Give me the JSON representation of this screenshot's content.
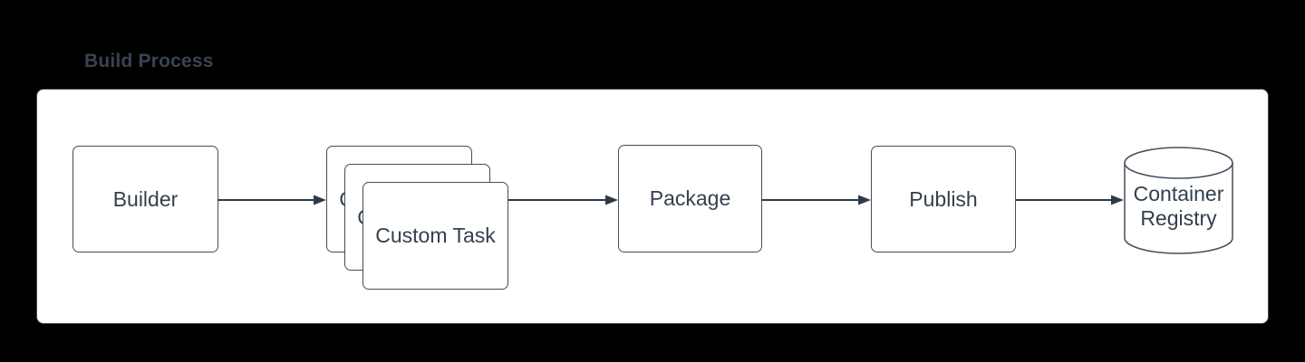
{
  "title": "Build Process",
  "colors": {
    "page_background": "#000000",
    "panel_background": "#ffffff",
    "shape_stroke": "#434e5b",
    "label_text": "#333f4d",
    "arrow": "#2e3a47",
    "title_text": "#3a4450"
  },
  "nodes": [
    {
      "id": "builder",
      "label": "Builder",
      "shape": "rectangle"
    },
    {
      "id": "custom-task",
      "label": "Custom Task",
      "shape": "stacked-rectangles",
      "stack_count": 3
    },
    {
      "id": "package",
      "label": "Package",
      "shape": "rectangle"
    },
    {
      "id": "publish",
      "label": "Publish",
      "shape": "rectangle"
    },
    {
      "id": "container-registry",
      "label": "Container Registry",
      "shape": "cylinder"
    }
  ],
  "edges": [
    {
      "from": "builder",
      "to": "custom-task"
    },
    {
      "from": "custom-task",
      "to": "package"
    },
    {
      "from": "package",
      "to": "publish"
    },
    {
      "from": "publish",
      "to": "container-registry"
    }
  ]
}
